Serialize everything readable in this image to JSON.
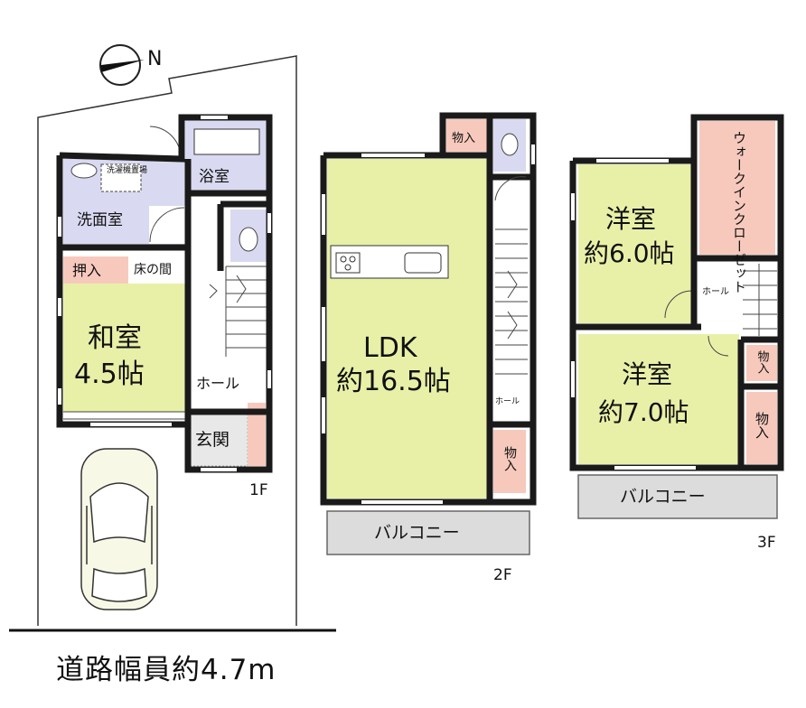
{
  "compass": {
    "north_label": "N",
    "icon": "compass-arrow-icon"
  },
  "floor1": {
    "floor_label": "1F",
    "rooms": {
      "washroom": "洗面室",
      "washer": "洗濯機置場",
      "bath": "浴室",
      "closet": "押入",
      "alcove": "床の間",
      "japanese_room_name": "和室",
      "japanese_room_size": "4.5帖",
      "hall": "ホール",
      "entrance": "玄関"
    }
  },
  "floor2": {
    "floor_label": "2F",
    "rooms": {
      "storage_top": "物入",
      "ldk_name": "LDK",
      "ldk_size": "約16.5帖",
      "hall": "ホール",
      "storage_right": "物入",
      "balcony": "バルコニー"
    }
  },
  "floor3": {
    "floor_label": "3F",
    "rooms": {
      "walkin": "ウォークインクローゼット",
      "western1_name": "洋室",
      "western1_size": "約6.0帖",
      "hall": "ホール",
      "western2_name": "洋室",
      "western2_size": "約7.0帖",
      "storage_a": "物入",
      "storage_b": "物入",
      "balcony": "バルコニー"
    }
  },
  "road_label": "道路幅員約4.7m",
  "colors": {
    "wall": "#1a1a1a",
    "blue_room": "#d9d9f2",
    "green_room": "#e8f0a8",
    "pink_room": "#f7c9bd",
    "gray": "#dcdcdc",
    "car_fill": "#f8f8e6"
  }
}
